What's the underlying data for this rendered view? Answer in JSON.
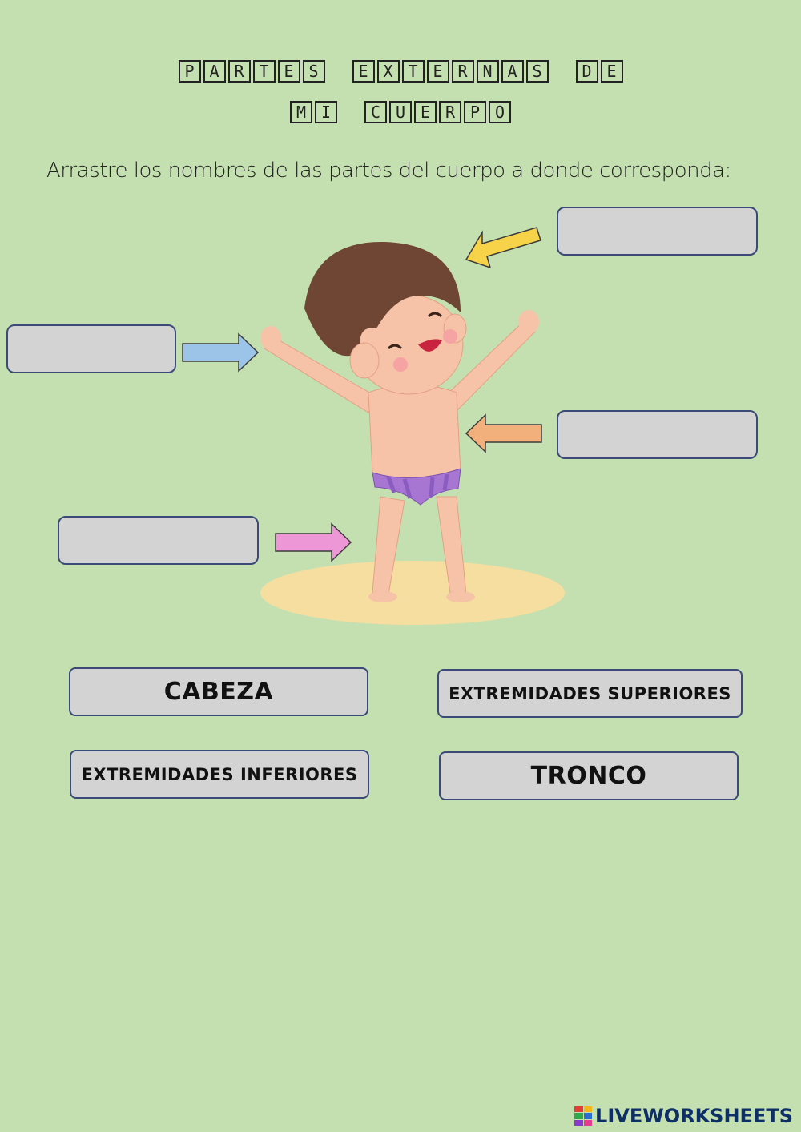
{
  "title": {
    "line1": [
      [
        "P",
        "A",
        "R",
        "T",
        "E",
        "S"
      ],
      [
        "E",
        "X",
        "T",
        "E",
        "R",
        "N",
        "A",
        "S"
      ],
      [
        "D",
        "E"
      ]
    ],
    "line2": [
      [
        "M",
        "I"
      ],
      [
        "C",
        "U",
        "E",
        "R",
        "P",
        "O"
      ]
    ]
  },
  "instructions": "Arrastre los nombres de las partes del cuerpo a donde corresponda:",
  "labels": {
    "cabeza": "CABEZA",
    "ext_superiores": "EXTREMIDADES SUPERIORES",
    "ext_inferiores": "EXTREMIDADES INFERIORES",
    "tronco": "TRONCO"
  },
  "footer": {
    "brand": "LIVEWORKSHEETS"
  },
  "colors": {
    "background": "#c5e0b0",
    "arrow_yellow": "#f7d34a",
    "arrow_blue": "#9cc3e8",
    "arrow_orange": "#f2b07c",
    "arrow_pink": "#ee97d6"
  }
}
